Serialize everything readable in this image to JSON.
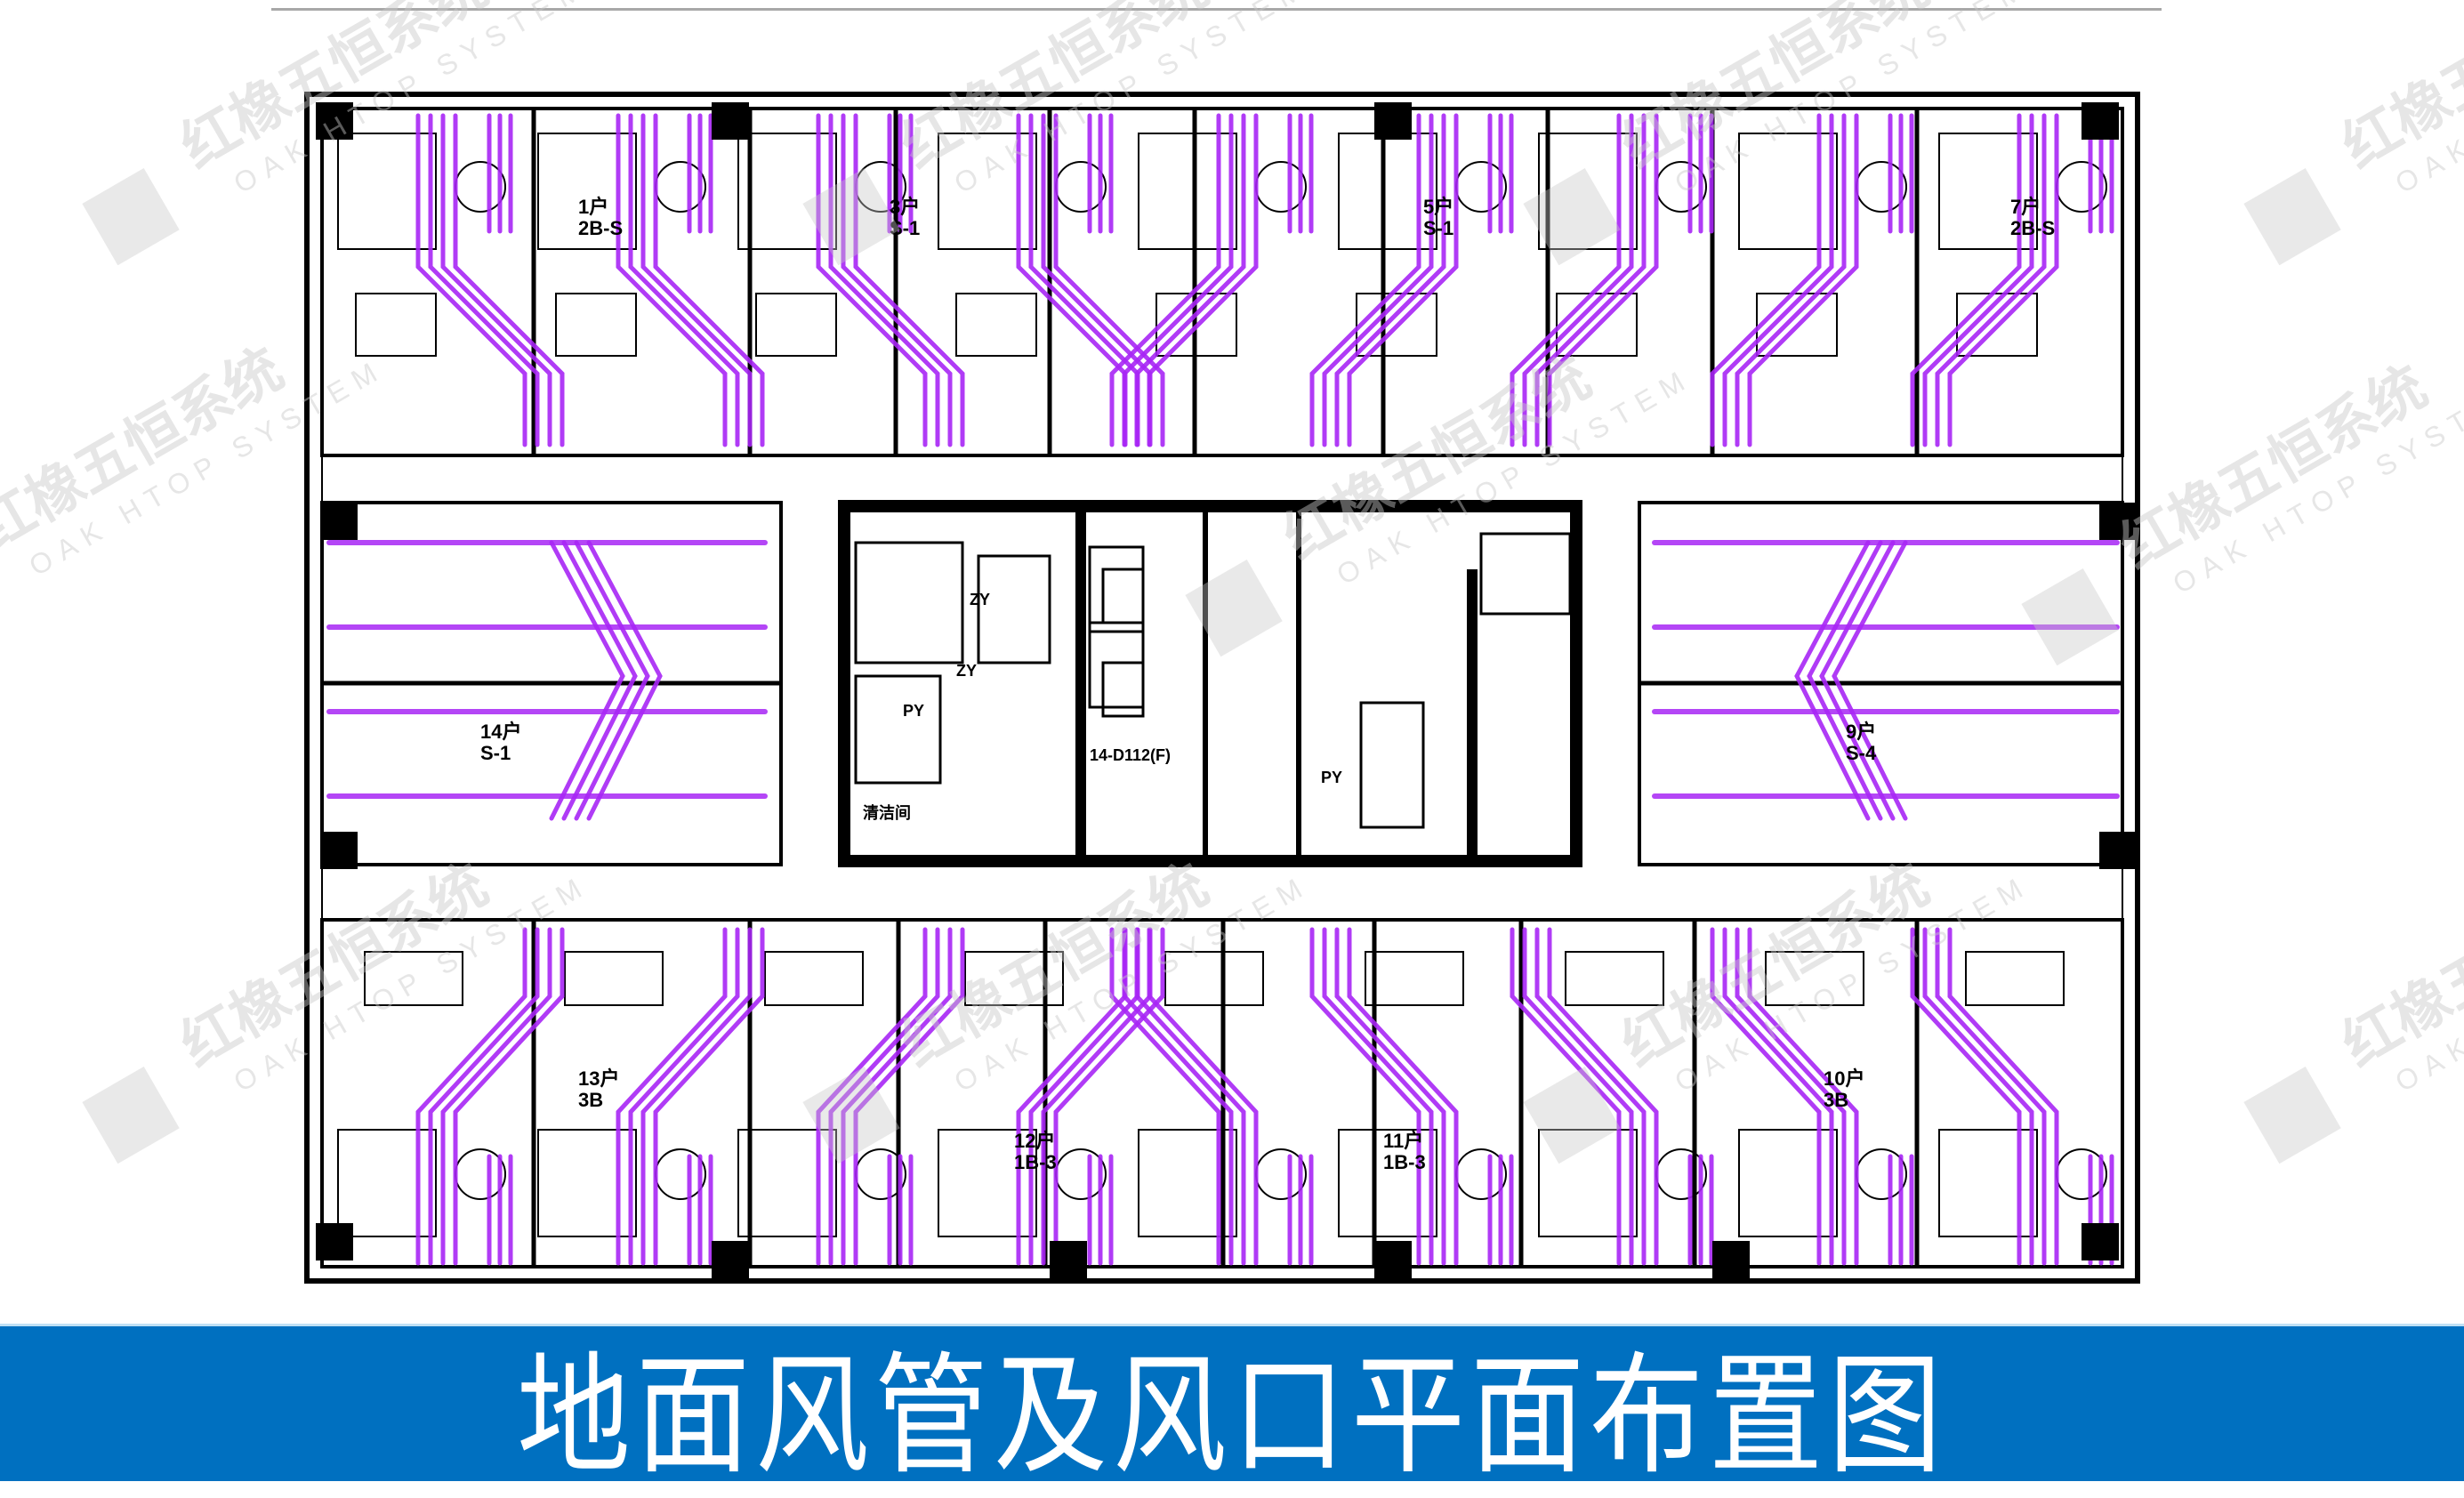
{
  "title": "地面风管及风口平面布置图",
  "watermark": {
    "cn": "红橡五恒系统",
    "en": "OAK HTOP SYSTEM"
  },
  "units": [
    {
      "id": "1户",
      "type": "2B-S"
    },
    {
      "id": "3户",
      "type": "S-1"
    },
    {
      "id": "5户",
      "type": "S-1"
    },
    {
      "id": "7户",
      "type": "2B-S"
    },
    {
      "id": "14户",
      "type": "S-1"
    },
    {
      "id": "9户",
      "type": "S-4"
    },
    {
      "id": "13户",
      "type": "3B"
    },
    {
      "id": "12户",
      "type": "1B-3"
    },
    {
      "id": "11户",
      "type": "1B-3"
    },
    {
      "id": "10户",
      "type": "3B"
    }
  ],
  "core_labels": {
    "zy1": "ZY",
    "zy2": "ZY",
    "py1": "PY",
    "py2": "PY",
    "room": "清洁间",
    "lift": "14-D112(F)"
  },
  "colors": {
    "duct": "#a726f5",
    "banner": "#0070C0",
    "wall": "#000000"
  }
}
